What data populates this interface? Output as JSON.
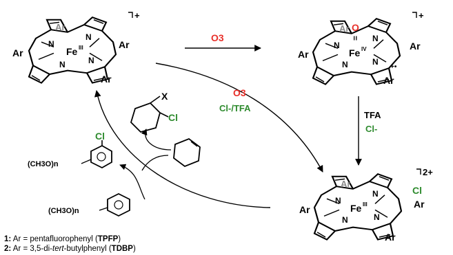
{
  "colors": {
    "black": "#000000",
    "red": "#e8302a",
    "green": "#2e8b2e",
    "gray": "#8a8a8a"
  },
  "complexes": {
    "start": {
      "metal": "Fe",
      "ox": "III",
      "charge": "+",
      "ar": "Ar",
      "n": "N"
    },
    "oxo": {
      "metal": "Fe",
      "ox": "IV",
      "charge": "+",
      "oxygen": "O",
      "bond": "=",
      "radical": "+•",
      "ar": "Ar",
      "n": "N"
    },
    "chloro": {
      "metal": "Fe",
      "ox": "III",
      "charge": "2+",
      "cl": "Cl",
      "ar": "Ar",
      "n": "N"
    }
  },
  "arrows": {
    "top": {
      "reagent": "O3"
    },
    "right": {
      "reagent1": "TFA",
      "reagent2": "Cl-"
    },
    "middle": {
      "reagent1": "O3",
      "reagent2": "Cl-/TFA"
    }
  },
  "substrates": {
    "cyclo_product": {
      "x": "X",
      "cl": "Cl"
    },
    "aromatic_product": {
      "cl": "Cl",
      "group": "(CH3O)n"
    },
    "aromatic_substrate": {
      "group": "(CH3O)n"
    }
  },
  "legend": [
    {
      "num": "1:",
      "pre": "Ar = pentafluorophenyl (",
      "abbr": "TPFP",
      "post": ")"
    },
    {
      "num": "2:",
      "pre": "Ar = 3,5-di-",
      "ital": "tert",
      "mid": "-butylphenyl (",
      "abbr": "TDBP",
      "post": ")"
    }
  ]
}
